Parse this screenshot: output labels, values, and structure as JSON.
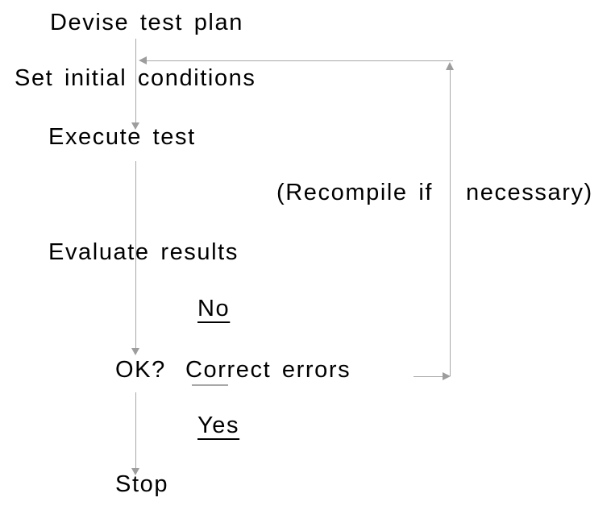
{
  "diagram": {
    "background_color": "#ffffff",
    "text_color": "#000000",
    "line_color": "#a8a8a8",
    "arrow_color": "#9d9d9d",
    "nodes": {
      "devise": {
        "label": "Devise test plan"
      },
      "set_initial": {
        "label": "Set initial conditions"
      },
      "execute": {
        "label": "Execute test"
      },
      "recompile_note": {
        "label": "(Recompile if   necessary)"
      },
      "evaluate": {
        "label": "Evaluate results"
      },
      "no_branch": {
        "label": "No"
      },
      "ok": {
        "label": "OK?"
      },
      "correct": {
        "label": "Correct errors"
      },
      "yes_branch": {
        "label": "Yes"
      },
      "stop": {
        "label": "Stop"
      }
    },
    "edges": [
      {
        "from": "devise",
        "to": "execute",
        "through": "set_initial",
        "direction": "down"
      },
      {
        "from": "execute",
        "to": "ok",
        "through": "evaluate",
        "direction": "down"
      },
      {
        "from": "ok",
        "to": "stop",
        "branch_label": "Yes",
        "direction": "down"
      },
      {
        "from": "ok",
        "to": "correct",
        "branch_label": "No"
      },
      {
        "from": "correct",
        "to": "set_initial",
        "note": "(Recompile if necessary)",
        "direction": "right-up-left"
      }
    ]
  }
}
